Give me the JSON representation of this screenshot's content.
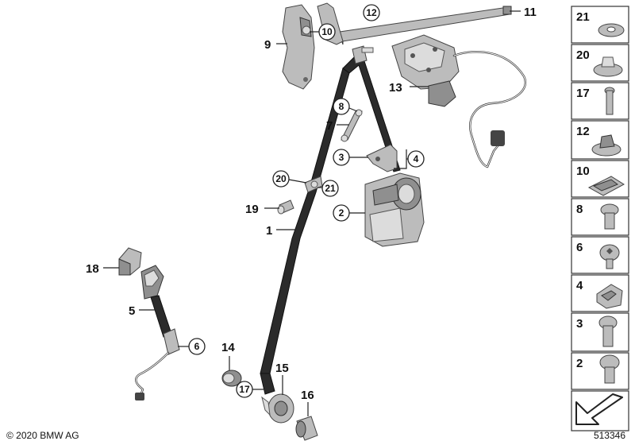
{
  "callouts": {
    "c1": "1",
    "c2": "2",
    "c3": "3",
    "c4": "4",
    "c5": "5",
    "c6": "6",
    "c7": "7",
    "c8": "8",
    "c9": "9",
    "c10": "10",
    "c11": "11",
    "c12": "12",
    "c13": "13",
    "c14": "14",
    "c15": "15",
    "c16": "16",
    "c17": "17",
    "c18": "18",
    "c19": "19",
    "c20": "20",
    "c21": "21"
  },
  "sidebar": {
    "items": [
      {
        "number": "21",
        "icon": "washer-icon"
      },
      {
        "number": "20",
        "icon": "clip-nut-icon"
      },
      {
        "number": "17",
        "icon": "bolt-icon"
      },
      {
        "number": "12",
        "icon": "hex-nut-icon"
      },
      {
        "number": "10",
        "icon": "spring-clip-icon"
      },
      {
        "number": "8",
        "icon": "torx-screw-icon"
      },
      {
        "number": "6",
        "icon": "torx-screw-icon"
      },
      {
        "number": "4",
        "icon": "clip-nut-icon"
      },
      {
        "number": "3",
        "icon": "torx-screw-icon"
      },
      {
        "number": "2",
        "icon": "torx-screw-icon"
      }
    ]
  },
  "footer": {
    "copyright": "© 2020 BMW AG",
    "diagram_id": "513346"
  }
}
